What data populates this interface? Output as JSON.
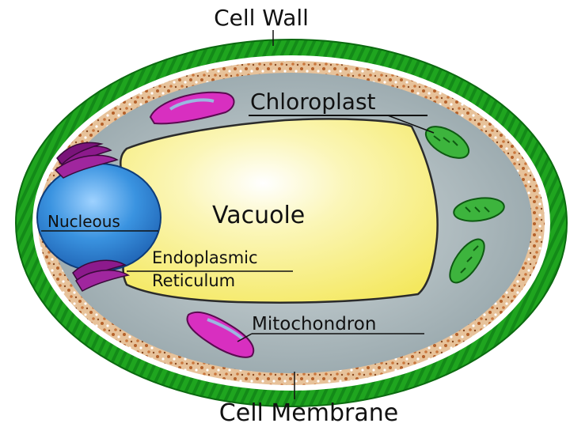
{
  "diagram": {
    "labels": {
      "cell_wall": "Cell Wall",
      "chloroplast": "Chloroplast",
      "nucleous": "Nucleous",
      "vacuole": "Vacuole",
      "endoplasmic_line1": "Endoplasmic",
      "endoplasmic_line2": "Reticulum",
      "mitochondron": "Mitochondron",
      "cell_membrane": "Cell Membrane"
    },
    "colors": {
      "cell_wall": "#1fa51f",
      "cell_wall_dark": "#0b7a12",
      "membrane_band": "#d58a50",
      "cytoplasm": "#a9b7bb",
      "vacuole": "#f7ef7c",
      "nucleus": "#2b86d6",
      "chloroplast": "#3db43d",
      "mitochondria": "#d82fc0",
      "er": "#8c1a8c"
    }
  }
}
